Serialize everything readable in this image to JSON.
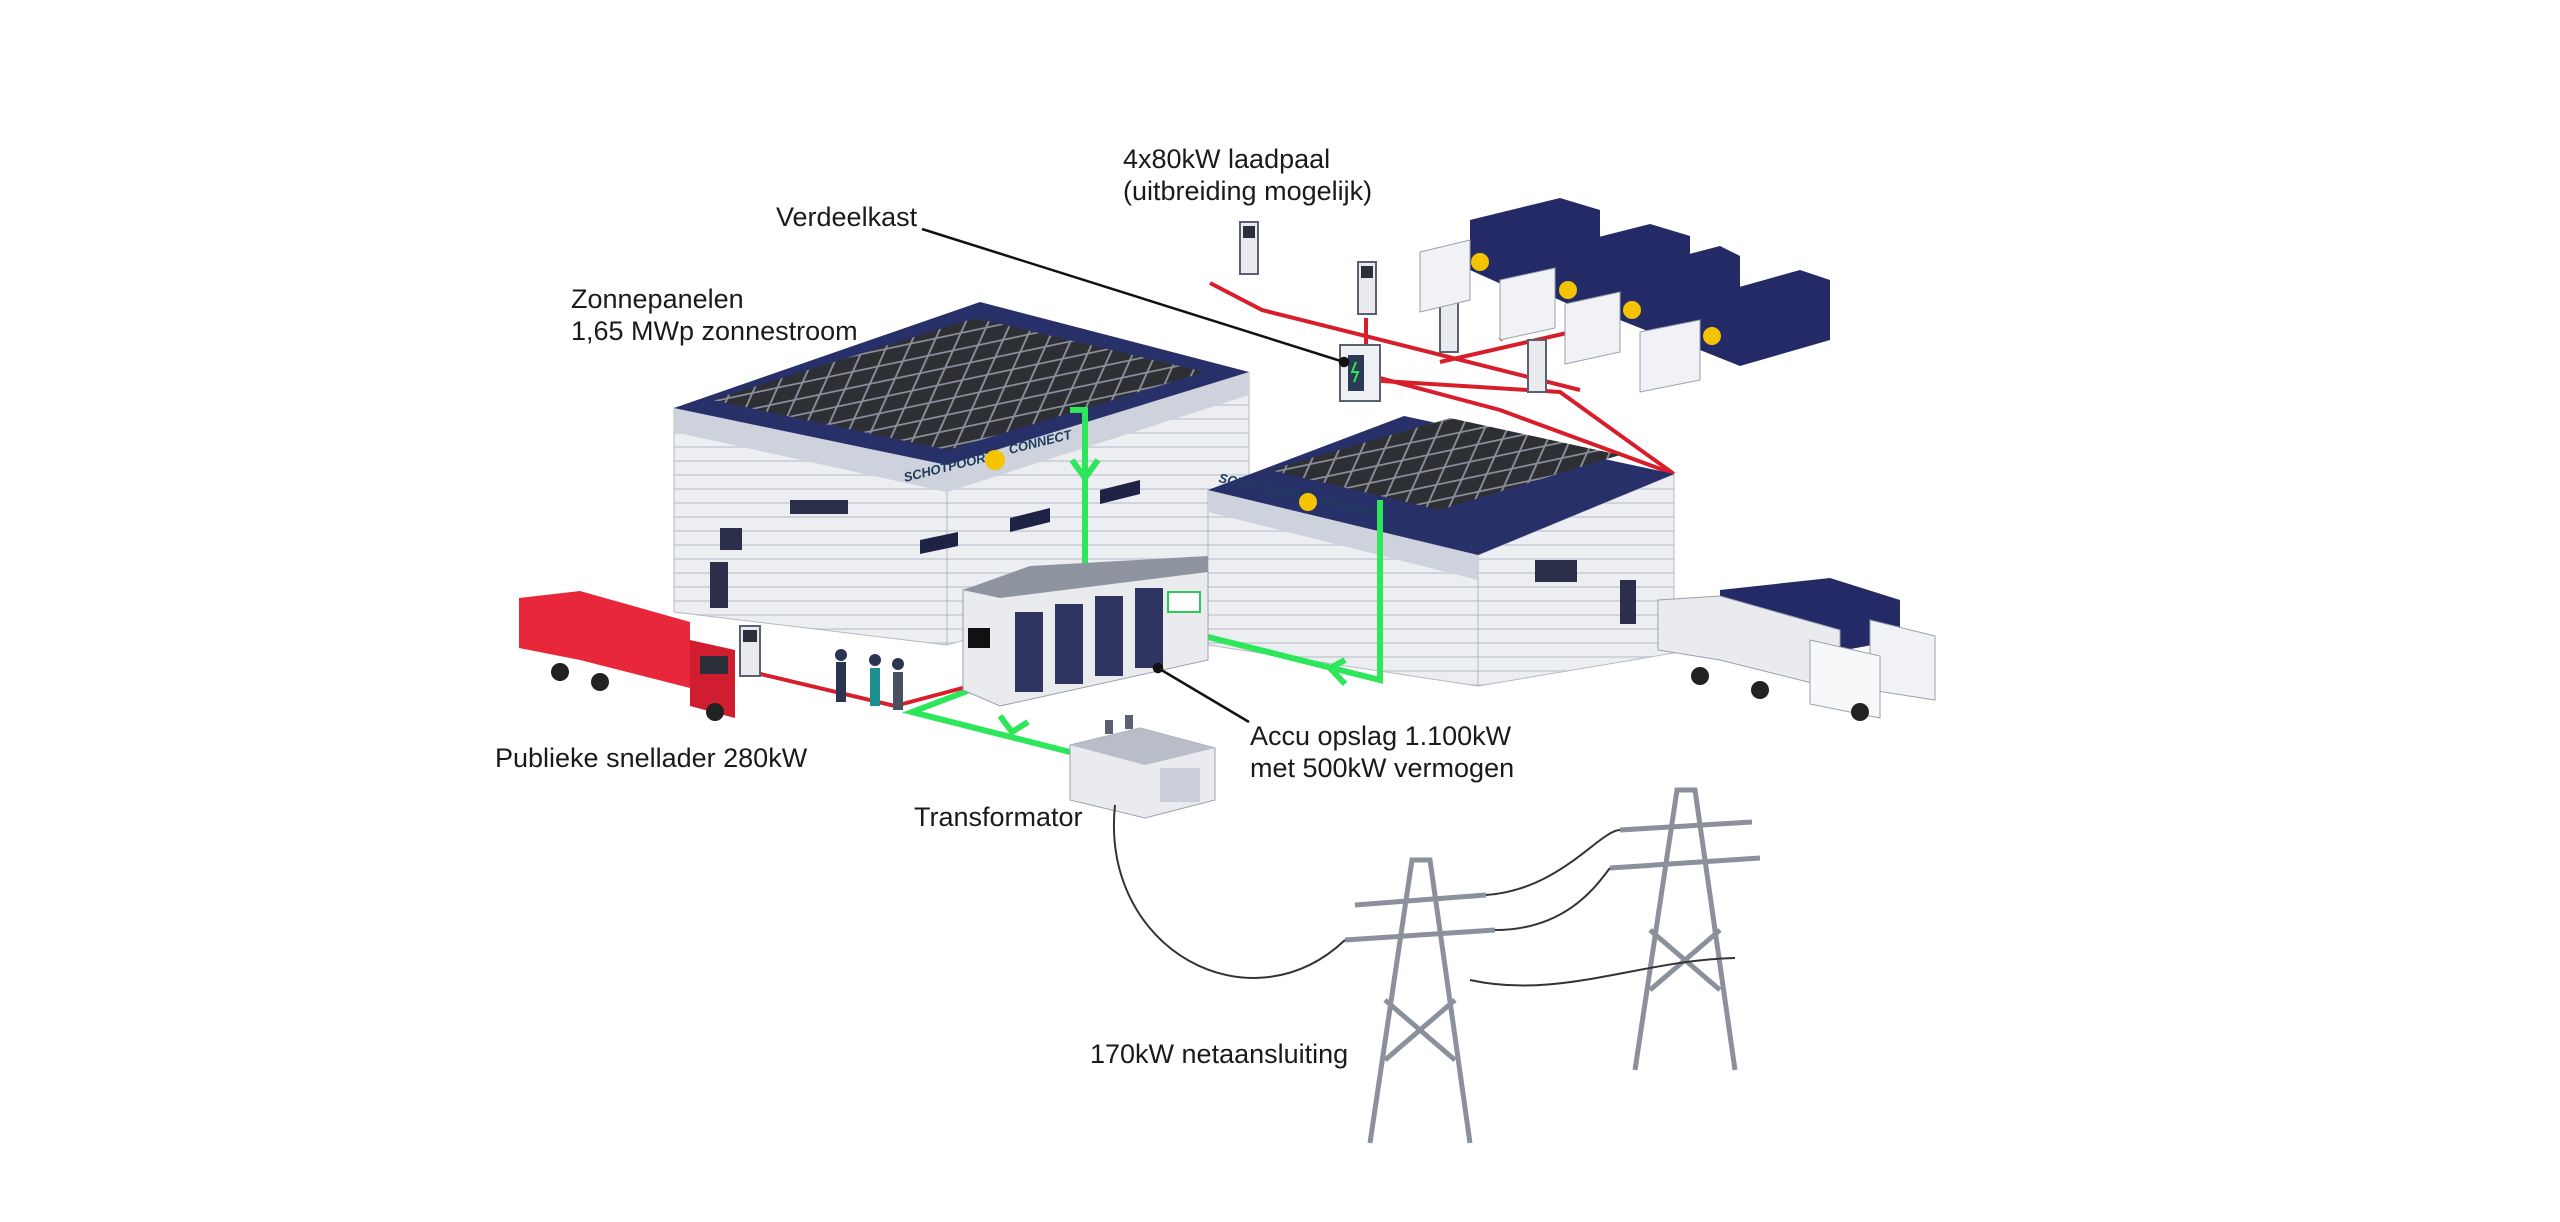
{
  "labels": {
    "chargers_line1": "4x80kW laadpaal",
    "chargers_line2": "(uitbreiding mogelijk)",
    "distribution_box": "Verdeelkast",
    "solar_line1": "Zonnepanelen",
    "solar_line2": "1,65 MWp zonnestroom",
    "public_charger": "Publieke snellader 280kW",
    "battery_line1": "Accu opslag 1.100kW",
    "battery_line2": "met 500kW vermogen",
    "transformer": "Transformator",
    "grid_connection": "170kW netaansluiting"
  },
  "logo": {
    "left": "SCHOTPOORT",
    "right": "CONNECT"
  },
  "colors": {
    "solar_flow": "#2ee65a",
    "charging_flow": "#d81e2a",
    "roof": "#28306a",
    "panel": "#2e2f33",
    "wall": "#e6e8ec",
    "truck_red": "#e8283a",
    "truck_blue": "#232a66",
    "logo_yellow": "#f5c400"
  }
}
